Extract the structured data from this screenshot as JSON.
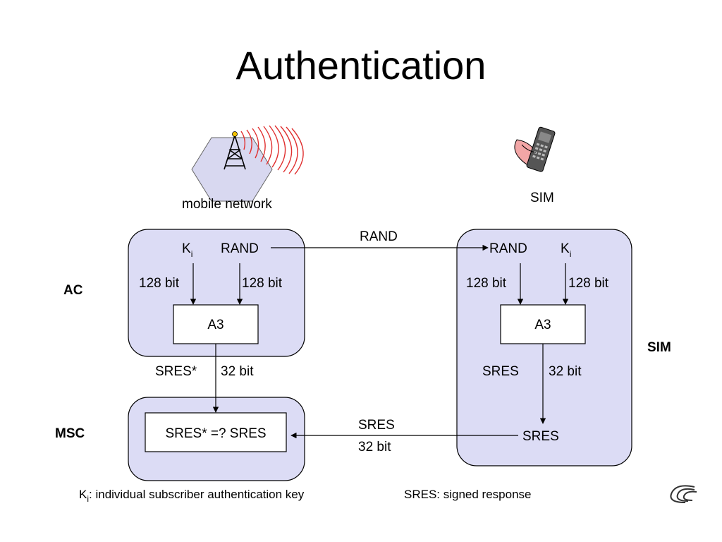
{
  "slide": {
    "title": "Authentication"
  },
  "entities": {
    "network_caption": "mobile network",
    "phone_caption": "SIM",
    "ac_label": "AC",
    "msc_label": "MSC",
    "sim_label": "SIM"
  },
  "network_side": {
    "key_base": "K",
    "key_sub": "i",
    "rand": "RAND",
    "key_bits": "128 bit",
    "rand_bits": "128 bit",
    "algorithm": "A3",
    "result": "SRES*",
    "result_bits": "32 bit",
    "compare": "SRES* =? SRES"
  },
  "sim_side": {
    "rand": "RAND",
    "key_base": "K",
    "key_sub": "i",
    "rand_bits": "128 bit",
    "key_bits": "128 bit",
    "algorithm": "A3",
    "result": "SRES",
    "result_bits": "32 bit",
    "output": "SRES"
  },
  "transfers": {
    "rand_label": "RAND",
    "sres_label": "SRES",
    "sres_bits": "32 bit"
  },
  "legend": {
    "key_base": "K",
    "key_sub": "i",
    "key_text": ": individual subscriber authentication key",
    "sres_text": "SRES: signed response"
  },
  "colors": {
    "region_fill": "#dcdcf5",
    "radio_waves": "#e03030",
    "hexagon_fill": "#d8d8f0"
  }
}
